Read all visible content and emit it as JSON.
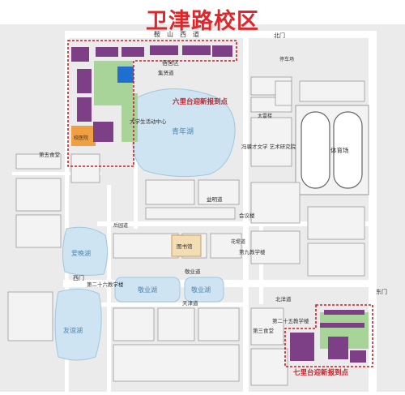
{
  "title": "卫津路校区",
  "colors": {
    "title": "#e1262a",
    "water": "#cfe4f2",
    "waterEdge": "#9fc7e0",
    "road": "#ffffff",
    "ground": "#ebebeb",
    "building": "#f3f3f3",
    "buildingEdge": "#9a9a9a",
    "dorm": "#7d3f85",
    "green": "#a8d49a",
    "highlight": "#c8202a",
    "orange": "#f0a040",
    "blue": "#1f6fd0",
    "library": "#f2ddb5"
  },
  "roads": {
    "anshan_west": "鞍　山　西　道",
    "north_gate": "北门",
    "east_gate": "东门",
    "west_gate": "西门",
    "jingye": "敬业道",
    "beiyang": "北洋道",
    "tianjin": "天津道",
    "yiming": "益明道",
    "jiji": "集贤道",
    "huayuan": "花堤道",
    "houyuan": "后园道"
  },
  "lakes": {
    "qingnian": "青年湖",
    "ailian": "爱晚湖",
    "jingye": "敬业湖",
    "youyi": "友谊湖"
  },
  "places": {
    "dorm_area": "宿舍区",
    "student_center": "大学生活动中心",
    "school_hospital": "校医院",
    "canteen5": "第五食堂",
    "canteen3": "第三食堂",
    "library": "图书馆",
    "building9": "第九教学楼",
    "building26": "第二十六教学楼",
    "building25": "第二十五教学楼",
    "hall": "会议楼",
    "stadium": "体育场",
    "feng_institute": "冯骥才文学\n艺术研究院",
    "parking": "停车场",
    "taipingyang": "太雷楼"
  },
  "labels": {
    "six_li": "六里台迎新报到点",
    "seven_li": "七里台迎新报到点"
  }
}
